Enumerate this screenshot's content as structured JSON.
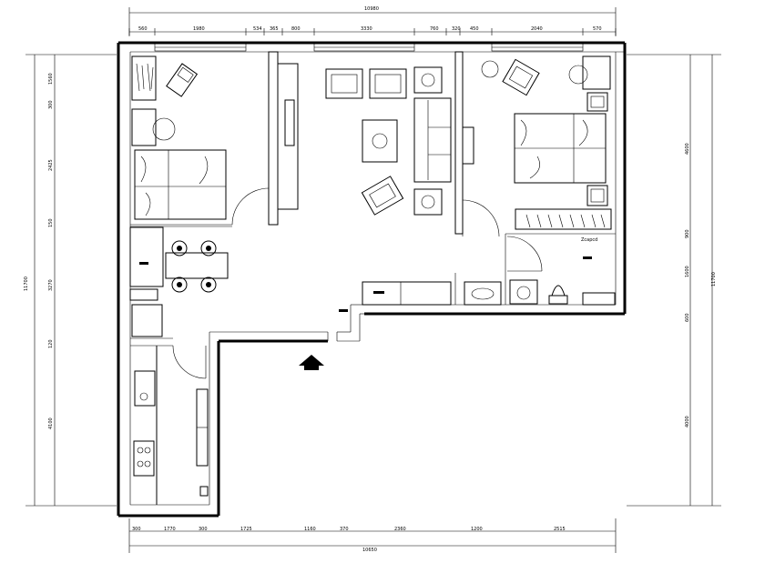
{
  "dimensions": {
    "top_total": "10980",
    "top_segments": [
      "560",
      "1980",
      "534",
      "365",
      "800",
      "3330",
      "760",
      "320",
      "450",
      "2040",
      "570"
    ],
    "bottom_total": "10650",
    "bottom_segments": [
      "300",
      "1770",
      "300",
      "1725",
      "1160",
      "370",
      "2360",
      "1200",
      "2515"
    ],
    "left_total": "11700",
    "left_segments": [
      "1560",
      "300",
      "2425",
      "150",
      "3270",
      "120",
      "4100"
    ],
    "right_total": "11700",
    "right_segments": [
      "4600",
      "900",
      "1600",
      "600",
      "4000"
    ]
  },
  "labels": {
    "closet_tag": "Zcapcd"
  },
  "icons": {
    "entrance": "entrance-arrow-icon",
    "sofa": "sofa-icon",
    "armchair": "armchair-icon",
    "bed": "double-bed-icon",
    "dining_set": "dining-table-icon",
    "washing_machine": "washing-machine-icon",
    "toilet": "toilet-icon",
    "stove": "stove-icon",
    "sink": "sink-icon"
  }
}
